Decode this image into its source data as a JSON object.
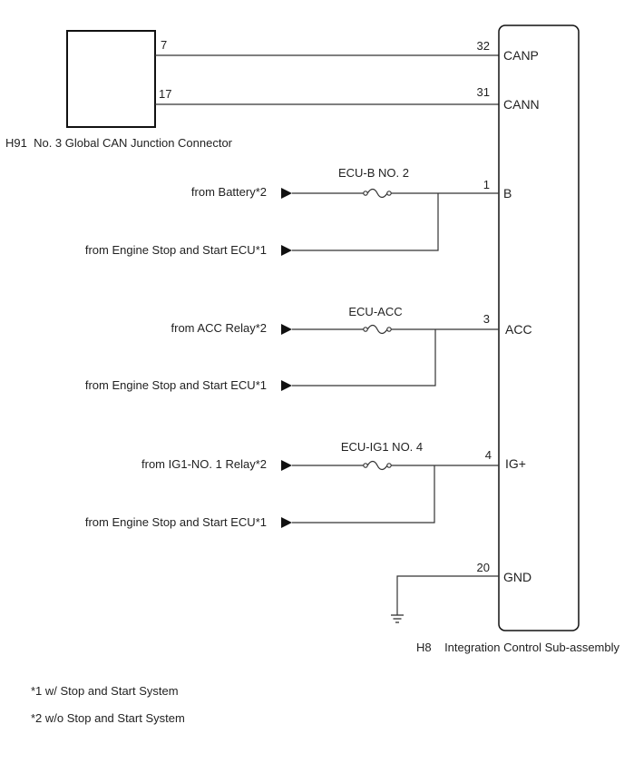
{
  "junction_connector": {
    "label": "H91  No. 3 Global CAN Junction Connector",
    "pin_canp": "7",
    "pin_cann": "17"
  },
  "ecu": {
    "label": "H8    Integration Control Sub-assembly",
    "pins": {
      "canp": {
        "num": "32",
        "name": "CANP"
      },
      "cann": {
        "num": "31",
        "name": "CANN"
      },
      "b": {
        "num": "1",
        "name": "B"
      },
      "acc": {
        "num": "3",
        "name": "ACC"
      },
      "ig": {
        "num": "4",
        "name": "IG+"
      },
      "gnd": {
        "num": "20",
        "name": "GND"
      }
    }
  },
  "circuits": {
    "b": {
      "fuse": "ECU-B NO. 2",
      "source": "from Battery*2",
      "alt_source": "from Engine Stop and Start ECU*1"
    },
    "acc": {
      "fuse": "ECU-ACC",
      "source": "from ACC Relay*2",
      "alt_source": "from Engine Stop and Start ECU*1"
    },
    "ig": {
      "fuse": "ECU-IG1 NO. 4",
      "source": "from IG1-NO. 1 Relay*2",
      "alt_source": "from Engine Stop and Start ECU*1"
    }
  },
  "notes": [
    "*1 w/ Stop and Start System",
    "*2 w/o Stop and Start System"
  ]
}
